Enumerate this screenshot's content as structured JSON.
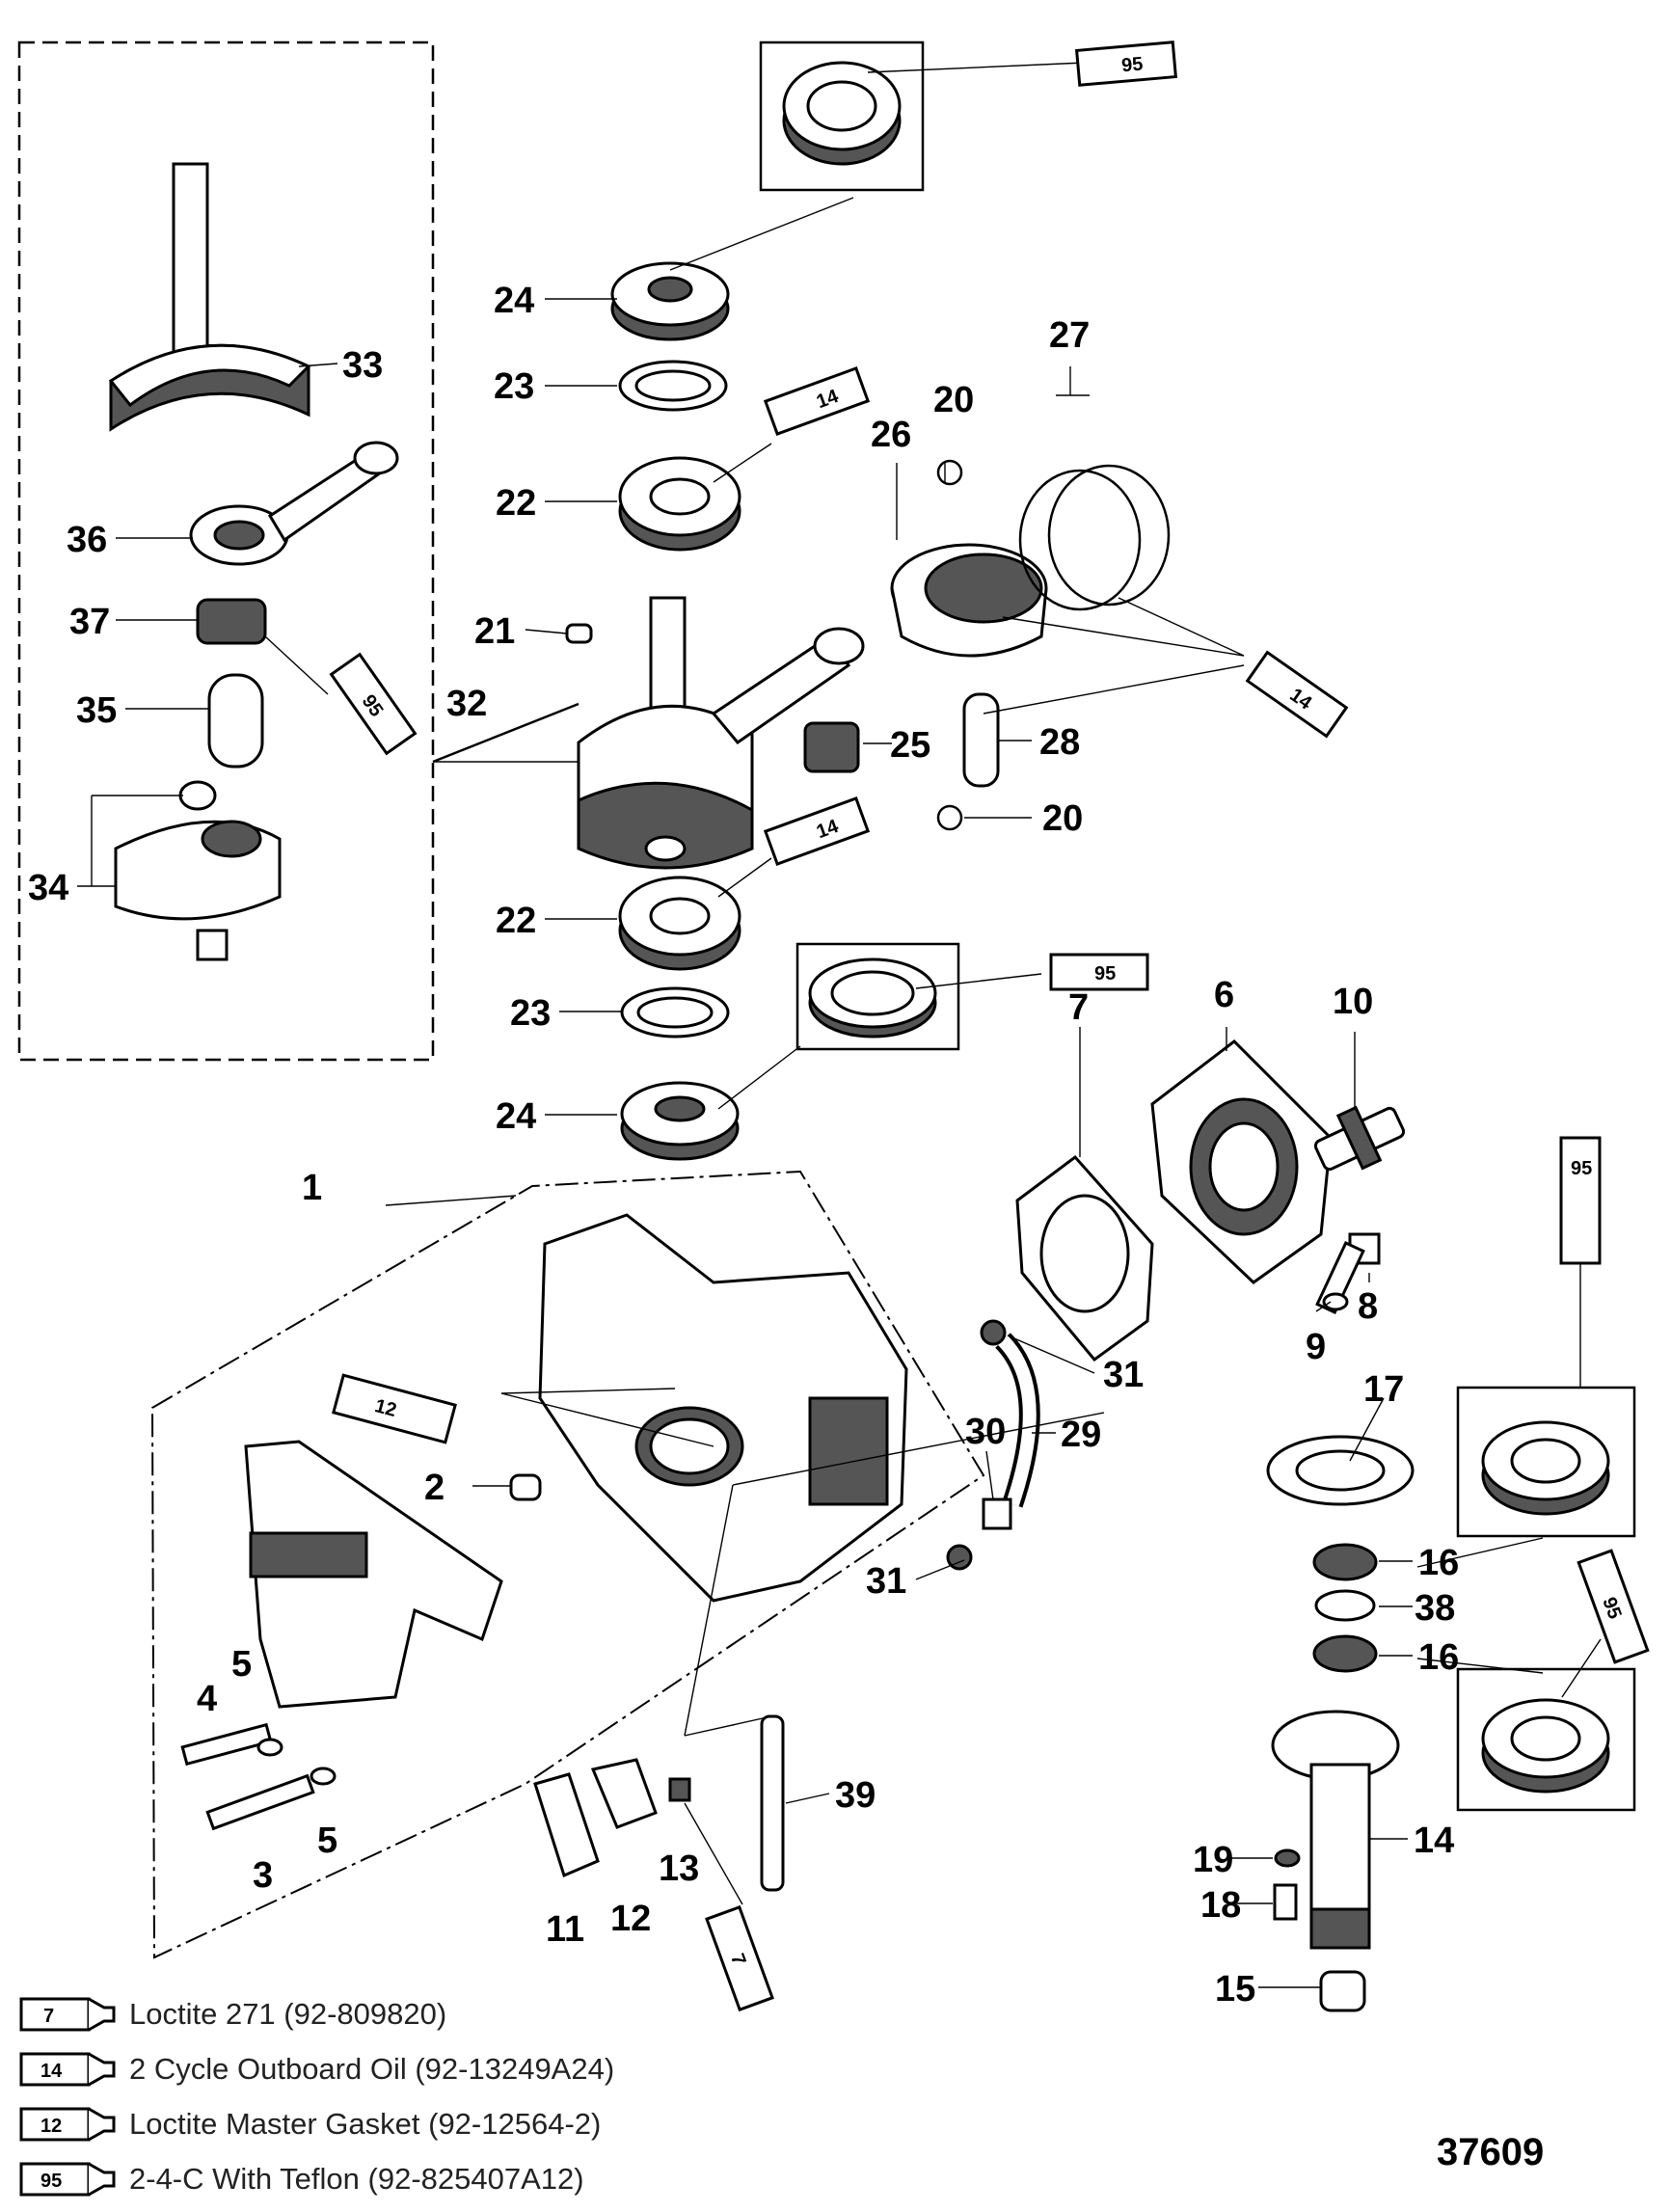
{
  "figure_number": "37609",
  "callouts": [
    "24",
    "33",
    "23",
    "27",
    "20",
    "26",
    "22",
    "36",
    "37",
    "21",
    "35",
    "32",
    "25",
    "28",
    "20",
    "34",
    "22",
    "23",
    "7",
    "6",
    "10",
    "24",
    "1",
    "8",
    "9",
    "31",
    "17",
    "30",
    "29",
    "2",
    "16",
    "31",
    "38",
    "16",
    "5",
    "4",
    "39",
    "5",
    "14",
    "3",
    "19",
    "13",
    "18",
    "11",
    "12",
    "15"
  ],
  "tube_labels": [
    "95",
    "14",
    "95",
    "14",
    "14",
    "95",
    "95",
    "12",
    "95",
    "7"
  ],
  "legend": [
    {
      "tube": "7",
      "text": "Loctite 271 (92-809820)"
    },
    {
      "tube": "14",
      "text": "2 Cycle Outboard Oil (92-13249A24)"
    },
    {
      "tube": "12",
      "text": "Loctite Master Gasket (92-12564-2)"
    },
    {
      "tube": "95",
      "text": "2-4-C  With Teflon (92-825407A12)"
    }
  ],
  "colors": {
    "ink": "#000000",
    "background": "#ffffff"
  }
}
